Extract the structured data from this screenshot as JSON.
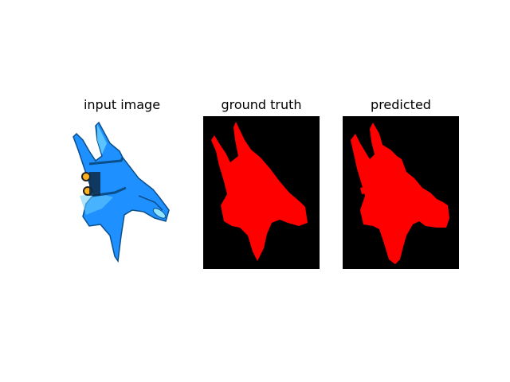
{
  "panels": [
    {
      "title": "input image"
    },
    {
      "title": "ground truth"
    },
    {
      "title": "predicted"
    }
  ],
  "colors": {
    "mask_background": "#000000",
    "mask_foreground": "#ff0000",
    "aircraft_body": "#1e90ff",
    "aircraft_dark": "#0b4f8a",
    "aircraft_light": "#6ad0ff",
    "engine_glow": "#ffb020"
  },
  "icons": {
    "input_image": "jet-fighter-icon"
  }
}
